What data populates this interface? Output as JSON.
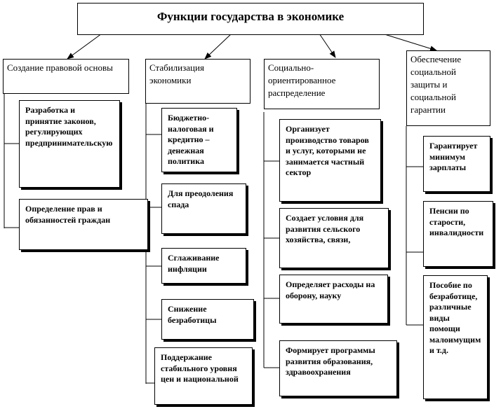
{
  "title": "Функции государства в экономике",
  "columns": [
    {
      "header": "Создание правовой основы",
      "items": [
        "Разработка и принятие законов, регулирующих предпринимательскую",
        "Определение прав и обязанностей граждан"
      ]
    },
    {
      "header": "Стабилизация экономики",
      "items": [
        "Бюджетно-налоговая и кредитно – денежная политика",
        "Для преодоления спада",
        "Сглаживание инфляции",
        "Снижение безработицы",
        "Поддержание стабильного уровня цен и национальной"
      ]
    },
    {
      "header": "Социально-ориентированное распределение",
      "items": [
        "Организует производство товаров и услуг, которыми не занимается частный сектор",
        "Создает условия для развития сельского хозяйства, связи,",
        "Определяет расходы на оборону, науку",
        "Формирует программы развития образования, здравоохранения"
      ]
    },
    {
      "header": "Обеспечение социальной защиты и социальной гарантии",
      "items": [
        "Гарантирует минимум зарплаты",
        "Пенсии по старости, инвалидности",
        "Пособие по безработице, различные виды помощи малоимущим и т.д."
      ]
    }
  ]
}
